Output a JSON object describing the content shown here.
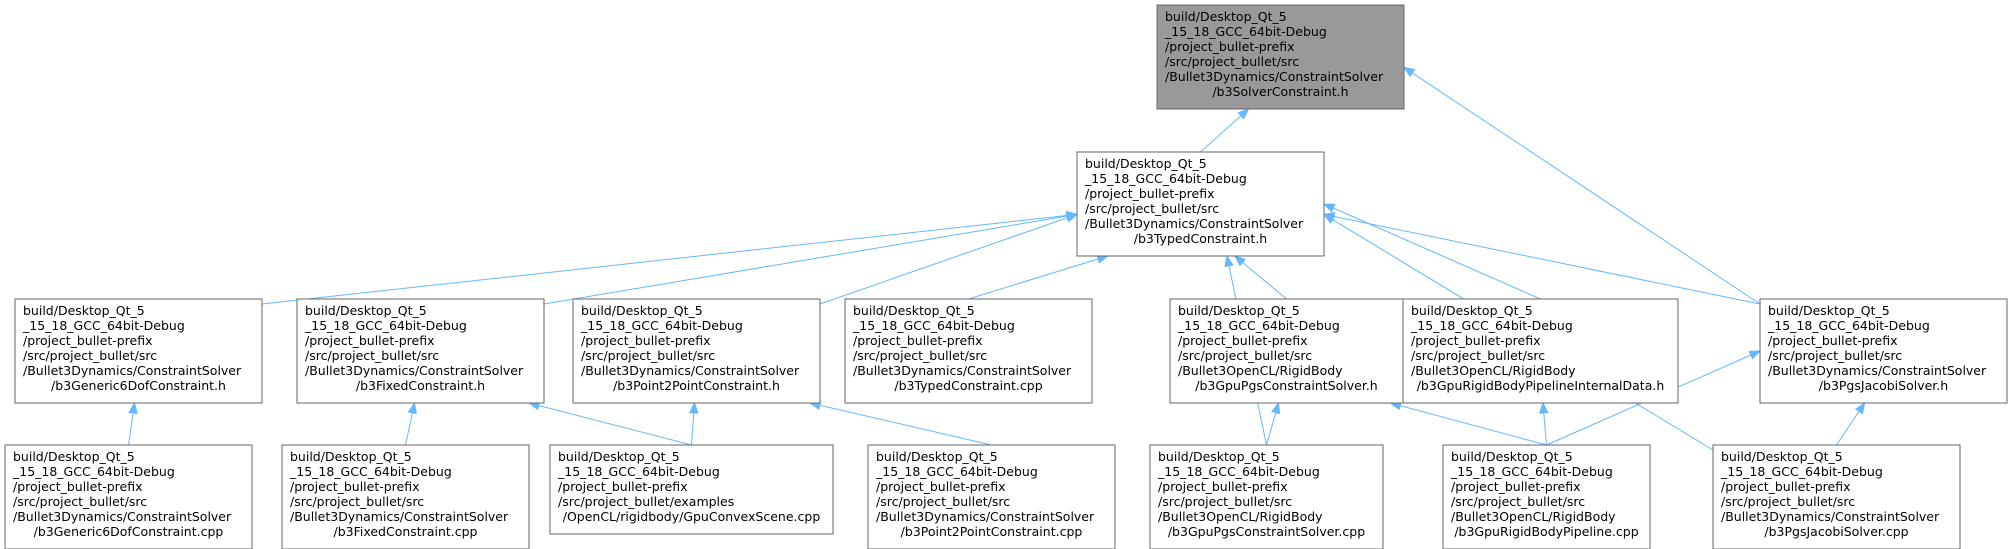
{
  "nodes": {
    "solver_constraint_h": [
      "build/Desktop_Qt_5",
      "_15_18_GCC_64bit-Debug",
      "/project_bullet-prefix",
      "/src/project_bullet/src",
      "/Bullet3Dynamics/ConstraintSolver",
      "/b3SolverConstraint.h"
    ],
    "typed_constraint_h": [
      "build/Desktop_Qt_5",
      "_15_18_GCC_64bit-Debug",
      "/project_bullet-prefix",
      "/src/project_bullet/src",
      "/Bullet3Dynamics/ConstraintSolver",
      "/b3TypedConstraint.h"
    ],
    "generic6dof_h": [
      "build/Desktop_Qt_5",
      "_15_18_GCC_64bit-Debug",
      "/project_bullet-prefix",
      "/src/project_bullet/src",
      "/Bullet3Dynamics/ConstraintSolver",
      "/b3Generic6DofConstraint.h"
    ],
    "fixed_h": [
      "build/Desktop_Qt_5",
      "_15_18_GCC_64bit-Debug",
      "/project_bullet-prefix",
      "/src/project_bullet/src",
      "/Bullet3Dynamics/ConstraintSolver",
      "/b3FixedConstraint.h"
    ],
    "p2p_h": [
      "build/Desktop_Qt_5",
      "_15_18_GCC_64bit-Debug",
      "/project_bullet-prefix",
      "/src/project_bullet/src",
      "/Bullet3Dynamics/ConstraintSolver",
      "/b3Point2PointConstraint.h"
    ],
    "typed_cpp": [
      "build/Desktop_Qt_5",
      "_15_18_GCC_64bit-Debug",
      "/project_bullet-prefix",
      "/src/project_bullet/src",
      "/Bullet3Dynamics/ConstraintSolver",
      "/b3TypedConstraint.cpp"
    ],
    "gpupgs_h": [
      "build/Desktop_Qt_5",
      "_15_18_GCC_64bit-Debug",
      "/project_bullet-prefix",
      "/src/project_bullet/src",
      "/Bullet3OpenCL/RigidBody",
      "/b3GpuPgsConstraintSolver.h"
    ],
    "gpurb_internal_h": [
      "build/Desktop_Qt_5",
      "_15_18_GCC_64bit-Debug",
      "/project_bullet-prefix",
      "/src/project_bullet/src",
      "/Bullet3OpenCL/RigidBody",
      "/b3GpuRigidBodyPipelineInternalData.h"
    ],
    "pgsjacobi_h": [
      "build/Desktop_Qt_5",
      "_15_18_GCC_64bit-Debug",
      "/project_bullet-prefix",
      "/src/project_bullet/src",
      "/Bullet3Dynamics/ConstraintSolver",
      "/b3PgsJacobiSolver.h"
    ],
    "generic6dof_cpp": [
      "build/Desktop_Qt_5",
      "_15_18_GCC_64bit-Debug",
      "/project_bullet-prefix",
      "/src/project_bullet/src",
      "/Bullet3Dynamics/ConstraintSolver",
      "/b3Generic6DofConstraint.cpp"
    ],
    "fixed_cpp": [
      "build/Desktop_Qt_5",
      "_15_18_GCC_64bit-Debug",
      "/project_bullet-prefix",
      "/src/project_bullet/src",
      "/Bullet3Dynamics/ConstraintSolver",
      "/b3FixedConstraint.cpp"
    ],
    "gpuconvex_cpp": [
      "build/Desktop_Qt_5",
      "_15_18_GCC_64bit-Debug",
      "/project_bullet-prefix",
      "/src/project_bullet/examples",
      "/OpenCL/rigidbody/GpuConvexScene.cpp"
    ],
    "p2p_cpp": [
      "build/Desktop_Qt_5",
      "_15_18_GCC_64bit-Debug",
      "/project_bullet-prefix",
      "/src/project_bullet/src",
      "/Bullet3Dynamics/ConstraintSolver",
      "/b3Point2PointConstraint.cpp"
    ],
    "gpupgs_cpp": [
      "build/Desktop_Qt_5",
      "_15_18_GCC_64bit-Debug",
      "/project_bullet-prefix",
      "/src/project_bullet/src",
      "/Bullet3OpenCL/RigidBody",
      "/b3GpuPgsConstraintSolver.cpp"
    ],
    "gpurb_cpp": [
      "build/Desktop_Qt_5",
      "_15_18_GCC_64bit-Debug",
      "/project_bullet-prefix",
      "/src/project_bullet/src",
      "/Bullet3OpenCL/RigidBody",
      "/b3GpuRigidBodyPipeline.cpp"
    ],
    "pgsjacobi_cpp": [
      "build/Desktop_Qt_5",
      "_15_18_GCC_64bit-Debug",
      "/project_bullet-prefix",
      "/src/project_bullet/src",
      "/Bullet3Dynamics/ConstraintSolver",
      "/b3PgsJacobiSolver.cpp"
    ]
  },
  "edges": [
    [
      "typed_constraint_h",
      "solver_constraint_h"
    ],
    [
      "pgsjacobi_h",
      "solver_constraint_h"
    ],
    [
      "generic6dof_h",
      "typed_constraint_h"
    ],
    [
      "fixed_h",
      "typed_constraint_h"
    ],
    [
      "p2p_h",
      "typed_constraint_h"
    ],
    [
      "typed_cpp",
      "typed_constraint_h"
    ],
    [
      "gpupgs_h",
      "typed_constraint_h"
    ],
    [
      "gpurb_internal_h",
      "typed_constraint_h"
    ],
    [
      "pgsjacobi_h",
      "typed_constraint_h"
    ],
    [
      "gpupgs_cpp",
      "typed_constraint_h"
    ],
    [
      "pgsjacobi_cpp",
      "typed_constraint_h"
    ],
    [
      "generic6dof_cpp",
      "generic6dof_h"
    ],
    [
      "fixed_cpp",
      "fixed_h"
    ],
    [
      "gpuconvex_cpp",
      "fixed_h"
    ],
    [
      "gpuconvex_cpp",
      "p2p_h"
    ],
    [
      "p2p_cpp",
      "p2p_h"
    ],
    [
      "gpupgs_cpp",
      "gpupgs_h"
    ],
    [
      "gpurb_cpp",
      "gpupgs_h"
    ],
    [
      "gpurb_cpp",
      "gpurb_internal_h"
    ],
    [
      "gpurb_cpp",
      "pgsjacobi_h"
    ],
    [
      "pgsjacobi_cpp",
      "pgsjacobi_h"
    ]
  ],
  "colors": {
    "edge": "#63b8ff",
    "node_border": "#666666",
    "root_fill": "#999999",
    "node_fill": "#ffffff"
  }
}
